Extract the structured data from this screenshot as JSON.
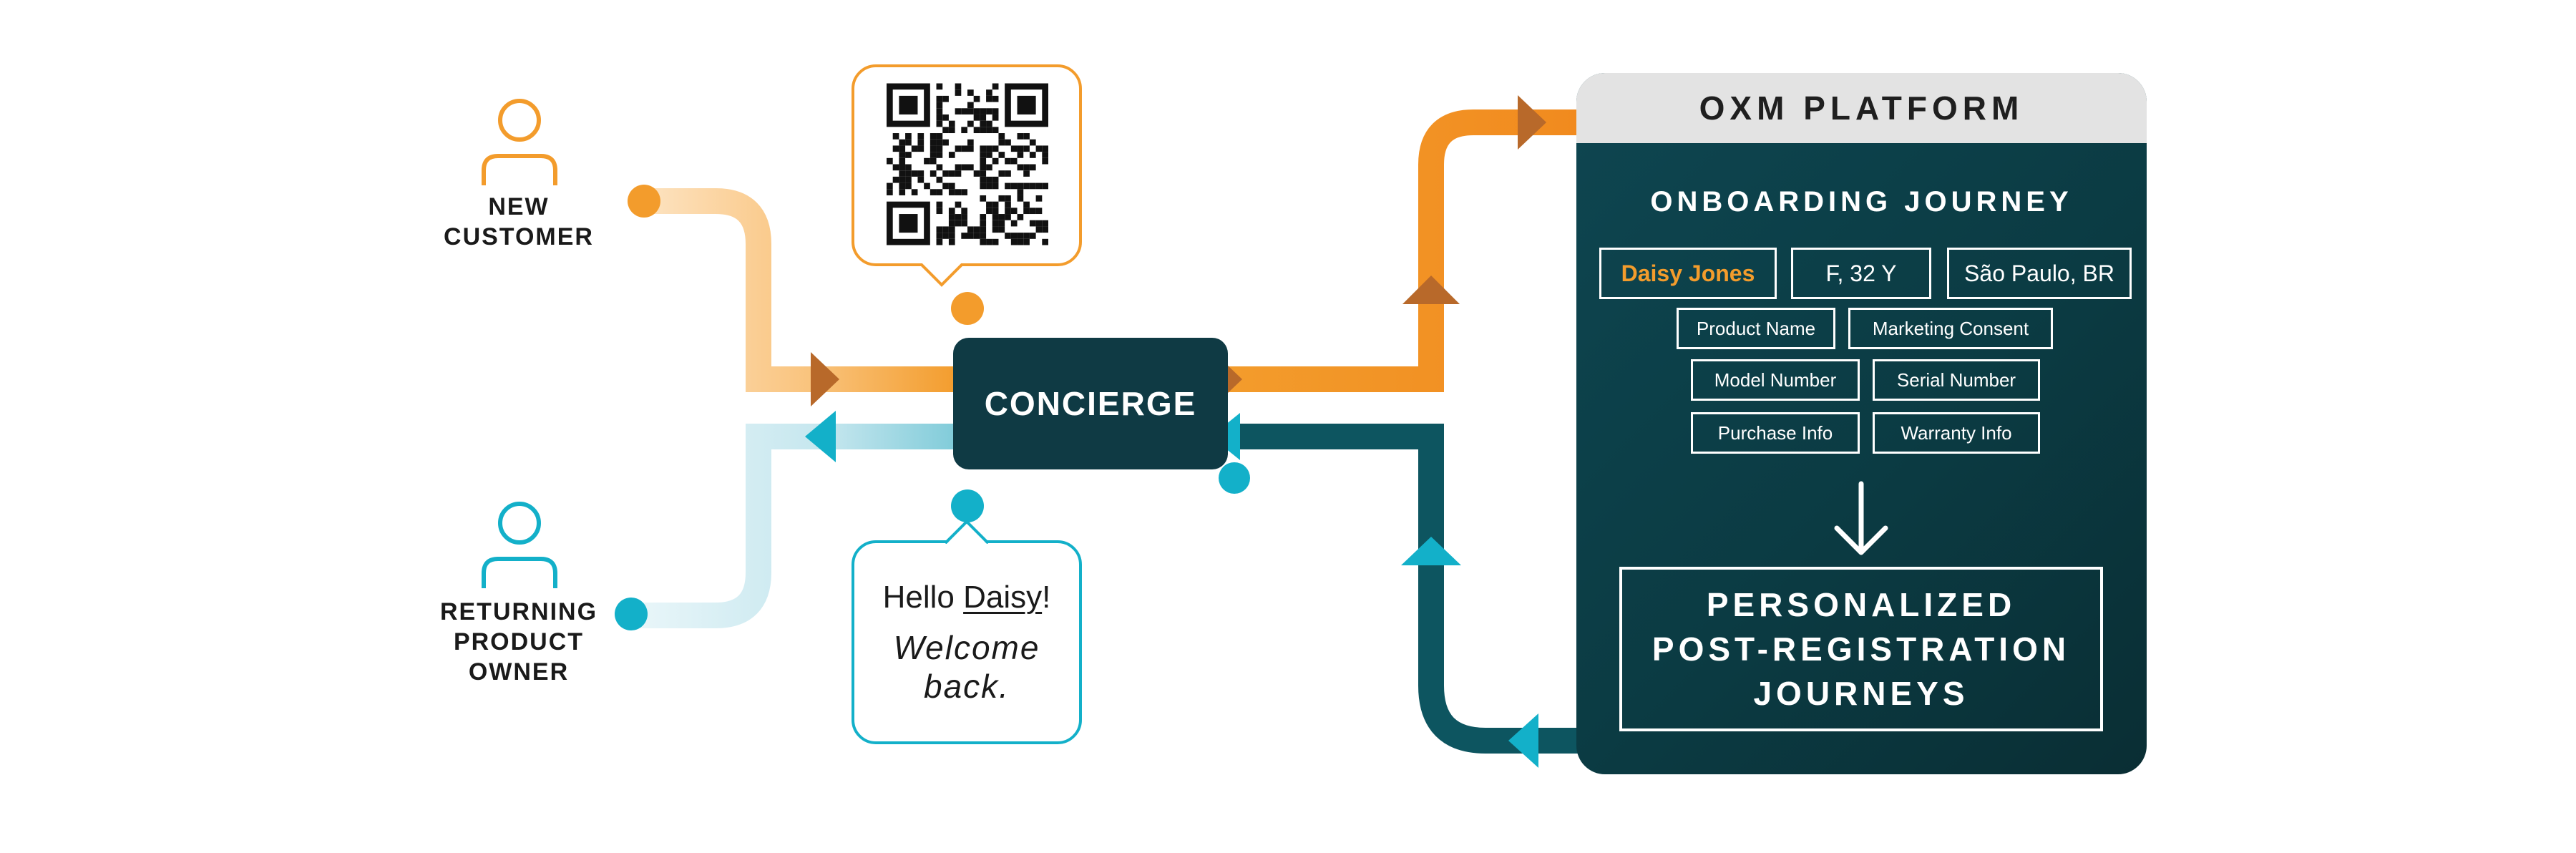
{
  "colors": {
    "orange": "#f39c2c",
    "orange_light": "#fbd9ab",
    "teal": "#13b0c9",
    "teal_light": "#cdeaf0",
    "dark_teal": "#0f3a44",
    "arrow_brown": "#b8692a"
  },
  "personas": {
    "new_customer": {
      "icon": "person-outline-icon",
      "lines": [
        "NEW",
        "CUSTOMER"
      ]
    },
    "returning_owner": {
      "icon": "person-outline-icon",
      "lines": [
        "RETURNING",
        "PRODUCT",
        "OWNER"
      ]
    }
  },
  "qr_callout": {
    "icon": "qr-code-icon"
  },
  "concierge": {
    "label": "CONCIERGE"
  },
  "greeting": {
    "hello": "Hello ",
    "name": "Daisy",
    "exclaim": "!",
    "welcome": "Welcome back."
  },
  "platform": {
    "title": "OXM PLATFORM",
    "journey_title": "ONBOARDING JOURNEY",
    "profile": {
      "name": "Daisy Jones",
      "demographic": "F, 32 Y",
      "location": "São Paulo, BR"
    },
    "fields": [
      [
        "Product Name",
        "Marketing Consent"
      ],
      [
        "Model Number",
        "Serial Number"
      ],
      [
        "Purchase Info",
        "Warranty Info"
      ]
    ],
    "arrow_icon": "arrow-down-icon",
    "outcome_lines": [
      "PERSONALIZED",
      "POST-REGISTRATION",
      "JOURNEYS"
    ]
  }
}
